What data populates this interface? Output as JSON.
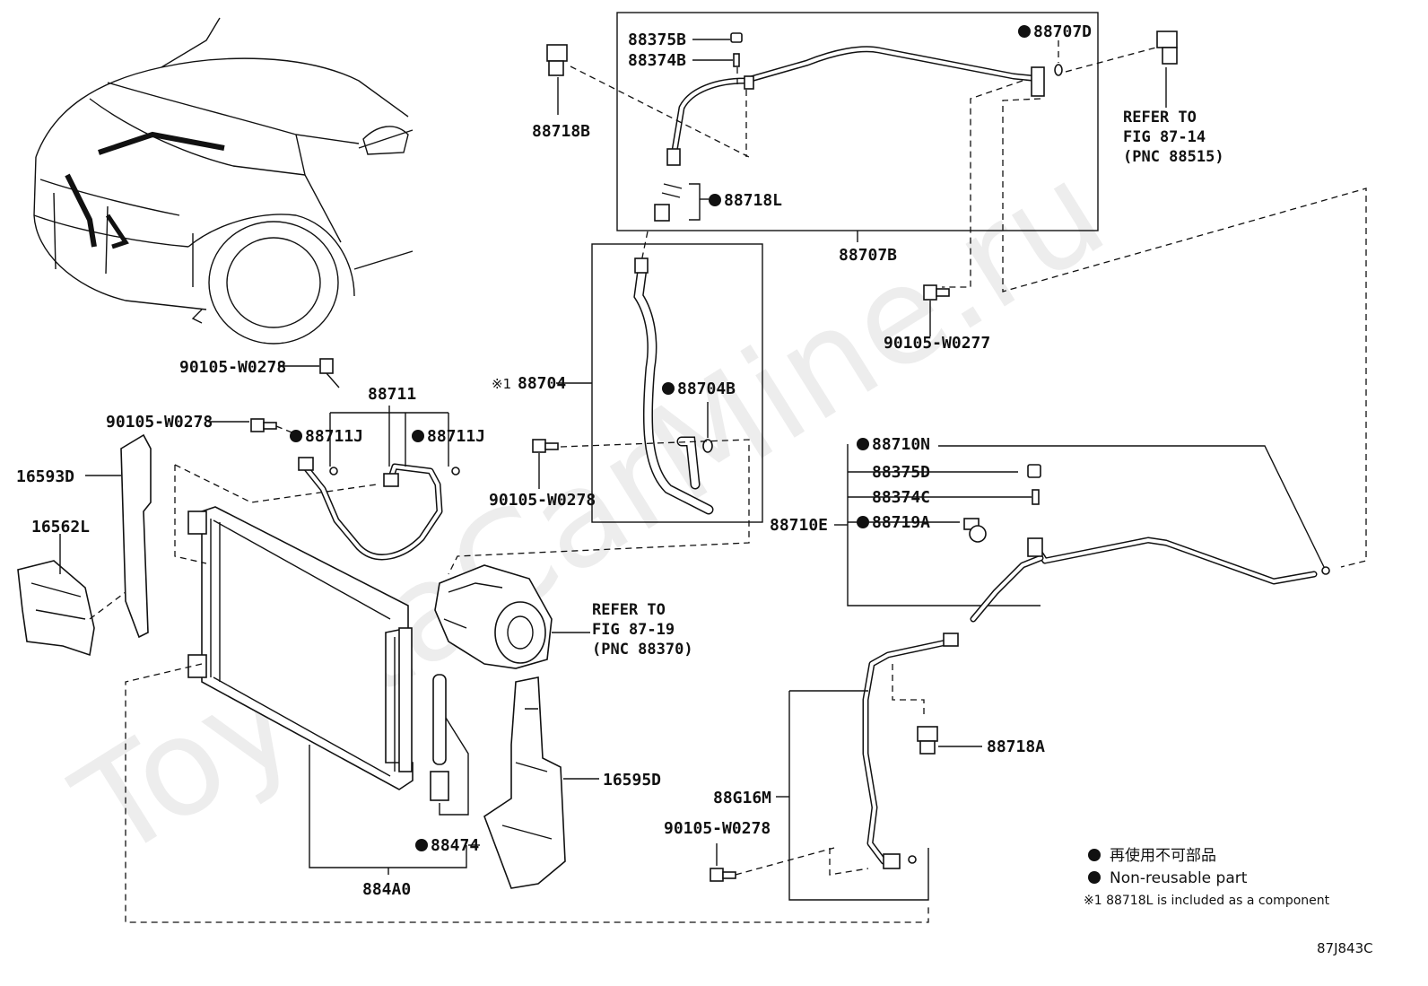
{
  "watermark": "ToyotaCarMine.ru",
  "labels": {
    "p88375B": "88375B",
    "p88374B": "88374B",
    "p88707D": "88707D",
    "p88718B": "88718B",
    "p88718L": "88718L",
    "p88707B": "88707B",
    "p90105_W0277": "90105-W0277",
    "p90105_W0278_a": "90105-W0278",
    "p88711": "88711",
    "p90105_W0278_b": "90105-W0278",
    "p88711J_a": "88711J",
    "p88711J_b": "88711J",
    "p16593D": "16593D",
    "p16562L": "16562L",
    "p88704": "88704",
    "p88704B": "88704B",
    "p90105_W0278_c": "90105-W0278",
    "p88710N": "88710N",
    "p88375D": "88375D",
    "p88374C": "88374C",
    "p88710E": "88710E",
    "p88719A": "88719A",
    "p88718A": "88718A",
    "p16595D": "16595D",
    "p88G16M": "88G16M",
    "p90105_W0278_d": "90105-W0278",
    "p88474": "88474",
    "p884A0": "884A0"
  },
  "notes": {
    "ref1_line1": "REFER TO",
    "ref1_line2": "FIG 87-14",
    "ref1_line3": "(PNC 88515)",
    "ref2_line1": "REFER TO",
    "ref2_line2": "FIG 87-19",
    "ref2_line3": "(PNC 88370)",
    "star1": "※1"
  },
  "legend": {
    "line1": "再使用不可部品",
    "line2": "Non-reusable part",
    "line3": "※1 88718L is included as a component"
  },
  "figure_code": "87J843C"
}
